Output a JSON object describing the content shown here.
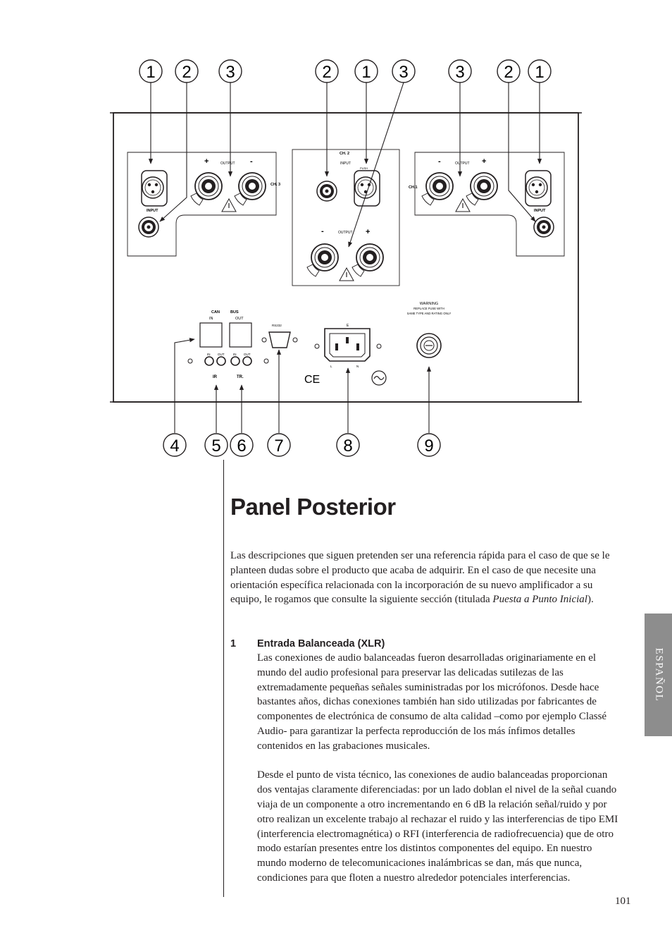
{
  "diagram": {
    "callouts_top": [
      "1",
      "2",
      "3",
      "2",
      "1",
      "3",
      "3",
      "2",
      "1"
    ],
    "callouts_bottom": [
      "4",
      "5",
      "6",
      "7",
      "8",
      "9"
    ],
    "labels": {
      "output": "OUTPUT",
      "ch2": "CH. 2",
      "ch3": "CH. 3",
      "ch1": "CH.1",
      "input": "INPUT",
      "push": "PUSH",
      "can": "CAN",
      "bus": "BUS",
      "in": "IN",
      "out": "OUT",
      "rs232": "RS232",
      "ir": "IR",
      "tr": "TR.",
      "warning": "WARNING",
      "warning_line1": "REPLACE FUSE WITH",
      "warning_line2": "SAME TYPE AND RATING ONLY",
      "ce": "CE",
      "plus": "+",
      "minus": "-",
      "e": "E",
      "l": "L",
      "n": "N"
    }
  },
  "title": "Panel Posterior",
  "intro": {
    "text_before_italic": "Las descripciones que siguen pretenden ser una referencia rápida para el caso de que se le planteen dudas sobre el producto que acaba de adquirir. En el caso de que necesite una orientación específica relacionada con la incorporación de su nuevo amplificador a su equipo, le rogamos que consulte la siguiente sección (titulada ",
    "italic": "Puesta a Punto Inicial",
    "text_after_italic": ")."
  },
  "section1": {
    "number": "1",
    "heading": "Entrada Balanceada (XLR)",
    "paragraphs": [
      "Las conexiones de audio balanceadas fueron desarrolladas originariamente en el mundo del audio profesional para preservar las delicadas sutilezas de las extremadamente pequeñas señales suministradas por los micrófonos. Desde hace bastantes años, dichas conexiones también han sido utilizadas por fabricantes de componentes de electrónica de consumo de alta calidad –como por ejemplo Classé Audio- para garantizar la perfecta reproducción de los más ínfimos detalles contenidos en las grabaciones musicales.",
      "Desde el punto de vista técnico, las conexiones de audio balanceadas proporcionan dos ventajas claramente diferenciadas: por un lado doblan el nivel de la señal cuando viaja de un componente a otro incrementando en 6 dB la relación señal/ruido y por otro realizan un excelente trabajo al rechazar el ruido y las interferencias de tipo EMI (interferencia electromagnética) o RFI (interferencia de radiofrecuencia) que de otro modo estarían presentes entre los distintos componentes del equipo. En nuestro mundo moderno de telecomunicaciones inalámbricas se dan, más que nunca, condiciones para que floten a nuestro alrededor potenciales interferencias."
    ]
  },
  "side_tab": "ESPAÑOL",
  "page_number": "101"
}
